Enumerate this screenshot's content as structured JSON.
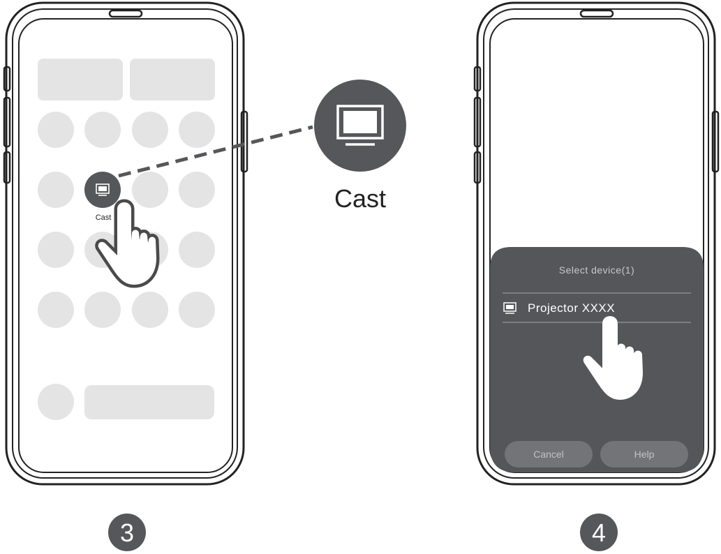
{
  "step3": {
    "quick_tile_label": "Cast",
    "callout_label": "Cast",
    "step_number": "3",
    "tile_icon": "monitor-icon",
    "hand_icon": "pointing-hand-icon"
  },
  "step4": {
    "sheet_title": "Select device(1)",
    "device_name": "Projector XXXX",
    "device_icon": "monitor-icon",
    "cancel_label": "Cancel",
    "help_label": "Help",
    "step_number": "4",
    "hand_icon": "pointing-hand-icon"
  },
  "colors": {
    "dark": "#56575a",
    "tile": "#e4e4e4",
    "sheet": "#55565a",
    "sheet_button": "#737478"
  }
}
